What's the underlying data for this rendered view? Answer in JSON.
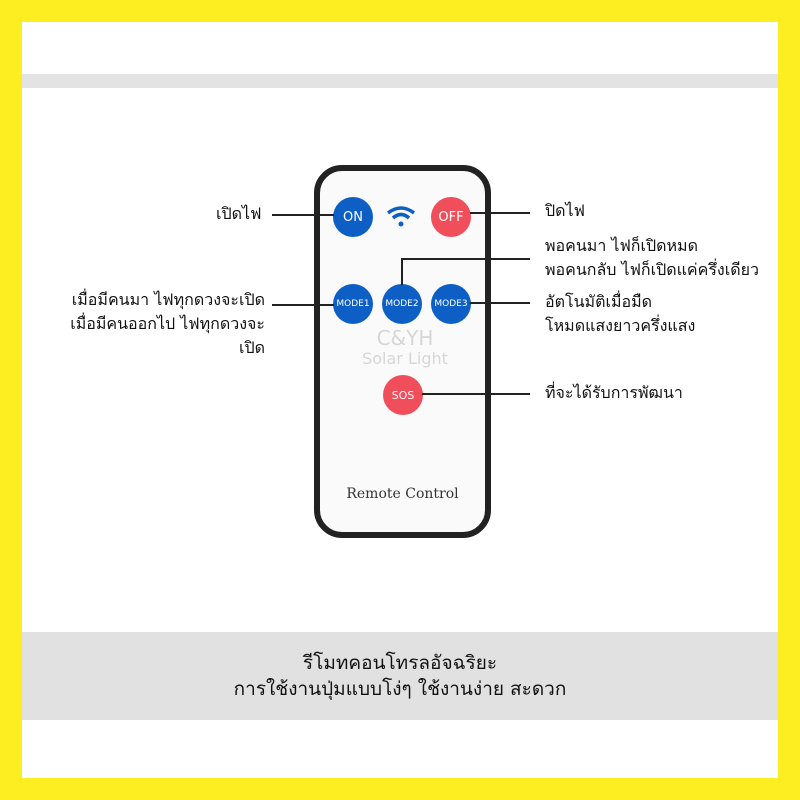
{
  "remote": {
    "buttons": {
      "on": "ON",
      "off": "OFF",
      "mode1": "MODE1",
      "mode2": "MODE2",
      "mode3": "MODE3",
      "sos": "SOS"
    },
    "label": "Remote Control",
    "watermark": {
      "brand": "C&YH",
      "sub": "Solar Light"
    }
  },
  "annotations": {
    "on": "เปิดไฟ",
    "off": "ปิดไฟ",
    "mode2": [
      "พอคนมา ไฟก็เปิดหมด",
      "พอคนกลับ ไฟก็เปิดแค่ครึ่งเดียว"
    ],
    "mode1": [
      "เมื่อมีคนมา ไฟทุกดวงจะเปิด",
      "เมื่อมีคนออกไป ไฟทุกดวงจะเปิด"
    ],
    "mode3": [
      "อัตโนมัติเมื่อมืด",
      "โหมดแสงยาวครึ่งแสง"
    ],
    "sos": "ที่จะได้รับการพัฒนา"
  },
  "caption": [
    "รีโมทคอนโทรลอัจฉริยะ",
    "การใช้งานปุ่มแบบโง่ๆ ใช้งานง่าย สะดวก"
  ],
  "colors": {
    "frame": "#fdee21",
    "blue": "#0d5fc6",
    "red": "#ef4e5a"
  }
}
